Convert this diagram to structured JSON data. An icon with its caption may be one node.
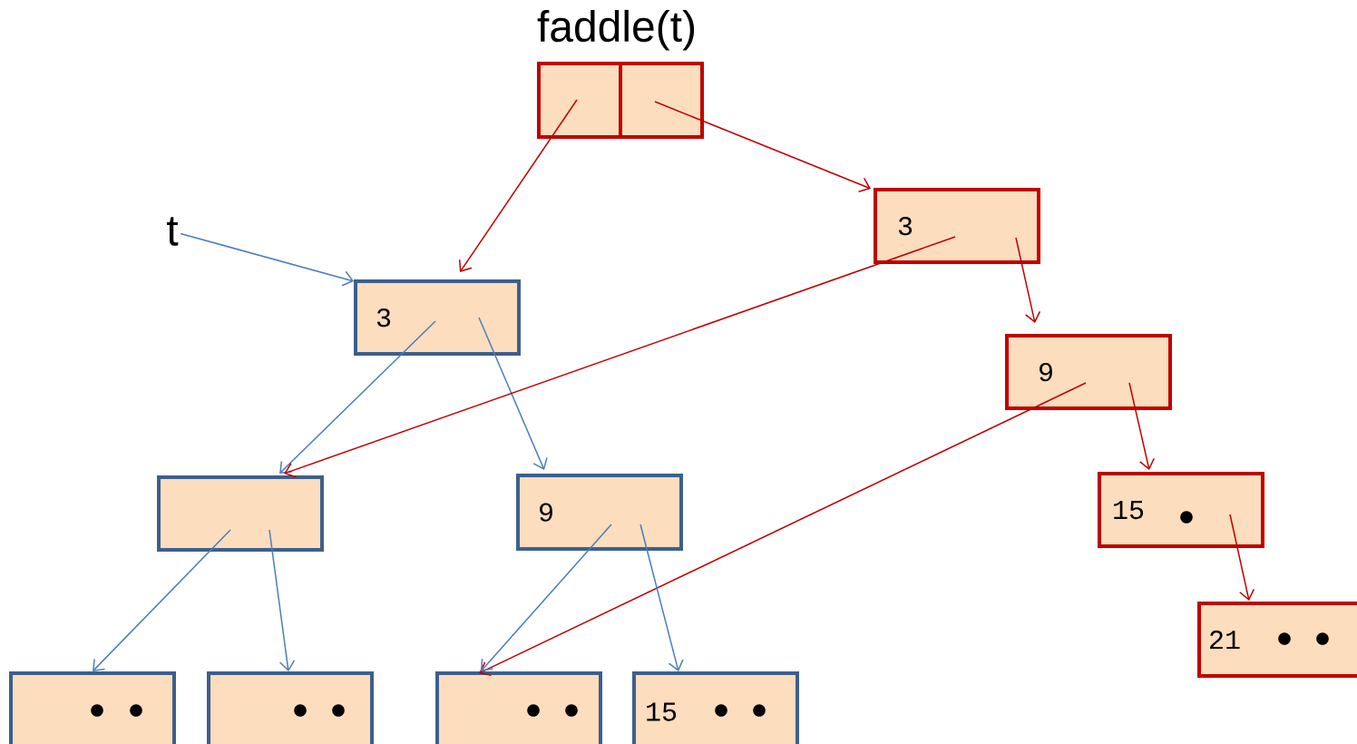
{
  "diagram": {
    "nodes": [
      {
        "text": [
          "faddle(t)"
        ]
      },
      {
        "text": [
          "t"
        ]
      },
      {
        "text": [
          "3"
        ]
      },
      {
        "text": [
          "3"
        ]
      },
      {
        "text": [
          "9"
        ]
      },
      {
        "text": [],
        "shape": "box"
      },
      {
        "text": [
          "9"
        ]
      },
      {
        "text": [
          "15"
        ]
      },
      {
        "text": [
          "21"
        ]
      },
      {
        "text": [],
        "shape": "box"
      },
      {
        "text": [],
        "shape": "box"
      },
      {
        "text": [],
        "shape": "box"
      },
      {
        "text": [
          "15"
        ]
      }
    ],
    "edges": [
      {
        "from": 0,
        "to": 2,
        "arrow": "to",
        "color": "#c00000"
      },
      {
        "from": 0,
        "to": 3,
        "arrow": "to",
        "color": "#c00000"
      },
      {
        "from": 1,
        "to": 2,
        "arrow": "to",
        "color": "#4a7ebb"
      },
      {
        "from": 2,
        "to": 5,
        "arrow": "to",
        "color": "#4a7ebb"
      },
      {
        "from": 2,
        "to": 6,
        "arrow": "to",
        "color": "#4a7ebb"
      },
      {
        "from": 3,
        "to": 5,
        "arrow": "to",
        "color": "#c00000"
      },
      {
        "from": 3,
        "to": 4,
        "arrow": "to",
        "color": "#c00000"
      },
      {
        "from": 4,
        "to": 11,
        "arrow": "to",
        "color": "#c00000"
      },
      {
        "from": 4,
        "to": 7,
        "arrow": "to",
        "color": "#c00000"
      },
      {
        "from": 5,
        "to": 9,
        "arrow": "to",
        "color": "#4a7ebb"
      },
      {
        "from": 5,
        "to": 10,
        "arrow": "to",
        "color": "#4a7ebb"
      },
      {
        "from": 6,
        "to": 11,
        "arrow": "to",
        "color": "#4a7ebb"
      },
      {
        "from": 6,
        "to": 12,
        "arrow": "to",
        "color": "#4a7ebb"
      },
      {
        "from": 7,
        "to": 8,
        "arrow": "to",
        "color": "#c00000"
      }
    ]
  }
}
